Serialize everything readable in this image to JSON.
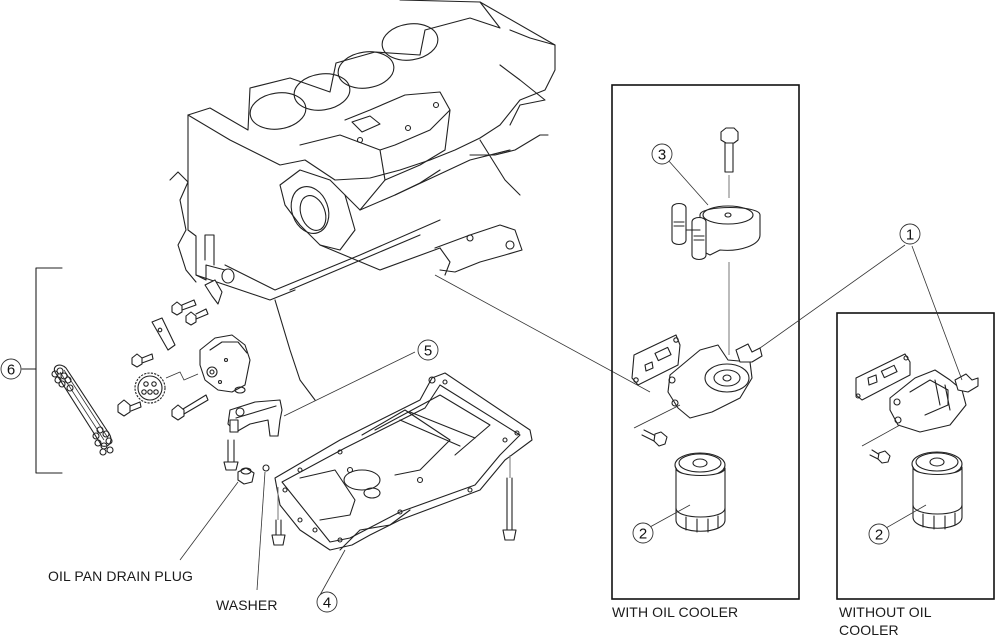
{
  "figure": {
    "title": "Oil pan / oil pump / oil filter exploded view",
    "captions": {
      "drain_plug": "OIL PAN DRAIN PLUG",
      "washer": "WASHER",
      "with_cooler": "WITH OIL COOLER",
      "without_cooler_line1": "WITHOUT OIL",
      "without_cooler_line2": "COOLER"
    },
    "callouts": [
      {
        "id": "1",
        "label": "1",
        "part": "oil-filter-body"
      },
      {
        "id": "2",
        "label": "2",
        "part": "oil-filter"
      },
      {
        "id": "3",
        "label": "3",
        "part": "oil-cooler"
      },
      {
        "id": "4",
        "label": "4",
        "part": "oil-pan"
      },
      {
        "id": "5",
        "label": "5",
        "part": "oil-strainer"
      },
      {
        "id": "6",
        "label": "6",
        "part": "oil-pump-chain-group"
      }
    ],
    "callout_2_second": "2"
  }
}
